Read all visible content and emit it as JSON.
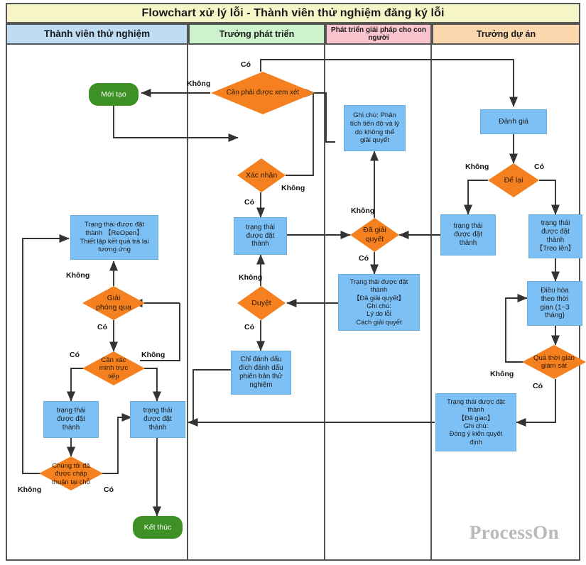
{
  "diagram": {
    "title": "Flowchart xử lý lỗi - Thành viên thử nghiệm đăng ký lỗi",
    "watermark": "ProcessOn",
    "type": "swimlane-flowchart",
    "colors": {
      "title_bg": "#f6f5c8",
      "lane1_bg": "#bfdcf5",
      "lane2_bg": "#cdf3cd",
      "lane3_bg": "#f9c4cd",
      "lane4_bg": "#fbd7ae",
      "process": "#7cc0f6",
      "decision": "#f4801f",
      "terminator": "#3c9024",
      "line": "#333333",
      "border": "#555555"
    }
  },
  "lanes": [
    {
      "id": "lane-tester",
      "label": "Thành viên thử nghiệm"
    },
    {
      "id": "lane-devlead",
      "label": "Trưởng phát triển"
    },
    {
      "id": "lane-humansol",
      "label": "Phát triển giải pháp cho con người"
    },
    {
      "id": "lane-pm",
      "label": "Trưởng dự án"
    }
  ],
  "nodes": {
    "new_created": {
      "label": "Mới tạo",
      "shape": "terminator",
      "lane": "lane-tester"
    },
    "need_review": {
      "label": "Cần phải được xem xét",
      "shape": "decision",
      "lane": "lane-devlead"
    },
    "confirm": {
      "label": "Xác nhận",
      "shape": "decision",
      "lane": "lane-devlead"
    },
    "status_set_dev": {
      "label": "trạng thái\nđược đặt\nthành",
      "shape": "process",
      "lane": "lane-devlead"
    },
    "approve": {
      "label": "Duyệt",
      "shape": "decision",
      "lane": "lane-devlead"
    },
    "mark_test_version": {
      "label": "Chỉ đánh dấu\nđích đánh dấu\nphiên bản thử\nnghiệm",
      "shape": "process",
      "lane": "lane-devlead"
    },
    "note_analysis": {
      "label": "Ghi chú: Phân\ntích tiến độ và lý\ndo không thể\ngiải quyết",
      "shape": "process",
      "lane": "lane-humansol"
    },
    "resolved": {
      "label": "Đã giải\nquyết",
      "shape": "decision",
      "lane": "lane-humansol"
    },
    "status_resolved": {
      "label": "Trạng thái được đặt\nthành\n【Đã giải quyết】\nGhi chú:\nLý do lỗi\nCách giải quyết",
      "shape": "process",
      "lane": "lane-humansol"
    },
    "evaluate": {
      "label": "Đánh giá",
      "shape": "process",
      "lane": "lane-pm"
    },
    "leave_it": {
      "label": "Để lại",
      "shape": "decision",
      "lane": "lane-pm"
    },
    "status_set_pm_left": {
      "label": "trạng thái\nđược đặt\nthành",
      "shape": "process",
      "lane": "lane-pm"
    },
    "status_suspended": {
      "label": "trạng thái\nđược đặt\nthành\n【Treo lên】",
      "shape": "process",
      "lane": "lane-pm"
    },
    "reconcile_time": {
      "label": "Điều hòa\ntheo thời\ngian (1~3\ntháng)",
      "shape": "process",
      "lane": "lane-pm"
    },
    "over_watch_time": {
      "label": "Quá thời gian\ngiám sát",
      "shape": "decision",
      "lane": "lane-pm"
    },
    "status_delivered": {
      "label": "Trạng thái được đặt\nthành\n【Đã giao】\nGhi chú:\nĐóng ý kiến quyết\nđịnh",
      "shape": "process",
      "lane": "lane-pm"
    },
    "status_reopen": {
      "label": "Trạng thái được đặt\nthành 【ReOpen】\nThiết lập kết quả trả lại\ntương ứng",
      "shape": "process",
      "lane": "lane-tester"
    },
    "release_pass": {
      "label": "Giải\nphóng qua",
      "shape": "decision",
      "lane": "lane-tester"
    },
    "need_direct_verify": {
      "label": "Cần xác\nminh trực\ntiếp",
      "shape": "decision",
      "lane": "lane-tester"
    },
    "status_set_t1": {
      "label": "trạng thái\nđược đặt\nthành",
      "shape": "process",
      "lane": "lane-tester"
    },
    "status_set_t2": {
      "label": "trạng thái\nđược đặt\nthành",
      "shape": "process",
      "lane": "lane-tester"
    },
    "approved_onsite": {
      "label": "Chúng tôi đã\nđược chấp\nthuận tại chỗ",
      "shape": "decision",
      "lane": "lane-tester"
    },
    "finish": {
      "label": "Kết thúc",
      "shape": "terminator",
      "lane": "lane-tester"
    }
  },
  "edge_labels": {
    "need_review_yes": "Có",
    "need_review_no": "Không",
    "confirm_yes": "Có",
    "confirm_no": "Không",
    "approve_yes": "Có",
    "approve_no": "Không",
    "resolved_no": "Không",
    "resolved_yes": "Có",
    "leave_it_no": "Không",
    "leave_it_yes": "Có",
    "over_watch_no": "Không",
    "over_watch_yes": "Có",
    "release_pass_no": "Không",
    "release_pass_yes": "Có",
    "verify_yes": "Có",
    "verify_no": "Không",
    "approved_onsite_no": "Không",
    "approved_onsite_yes": "Có"
  }
}
